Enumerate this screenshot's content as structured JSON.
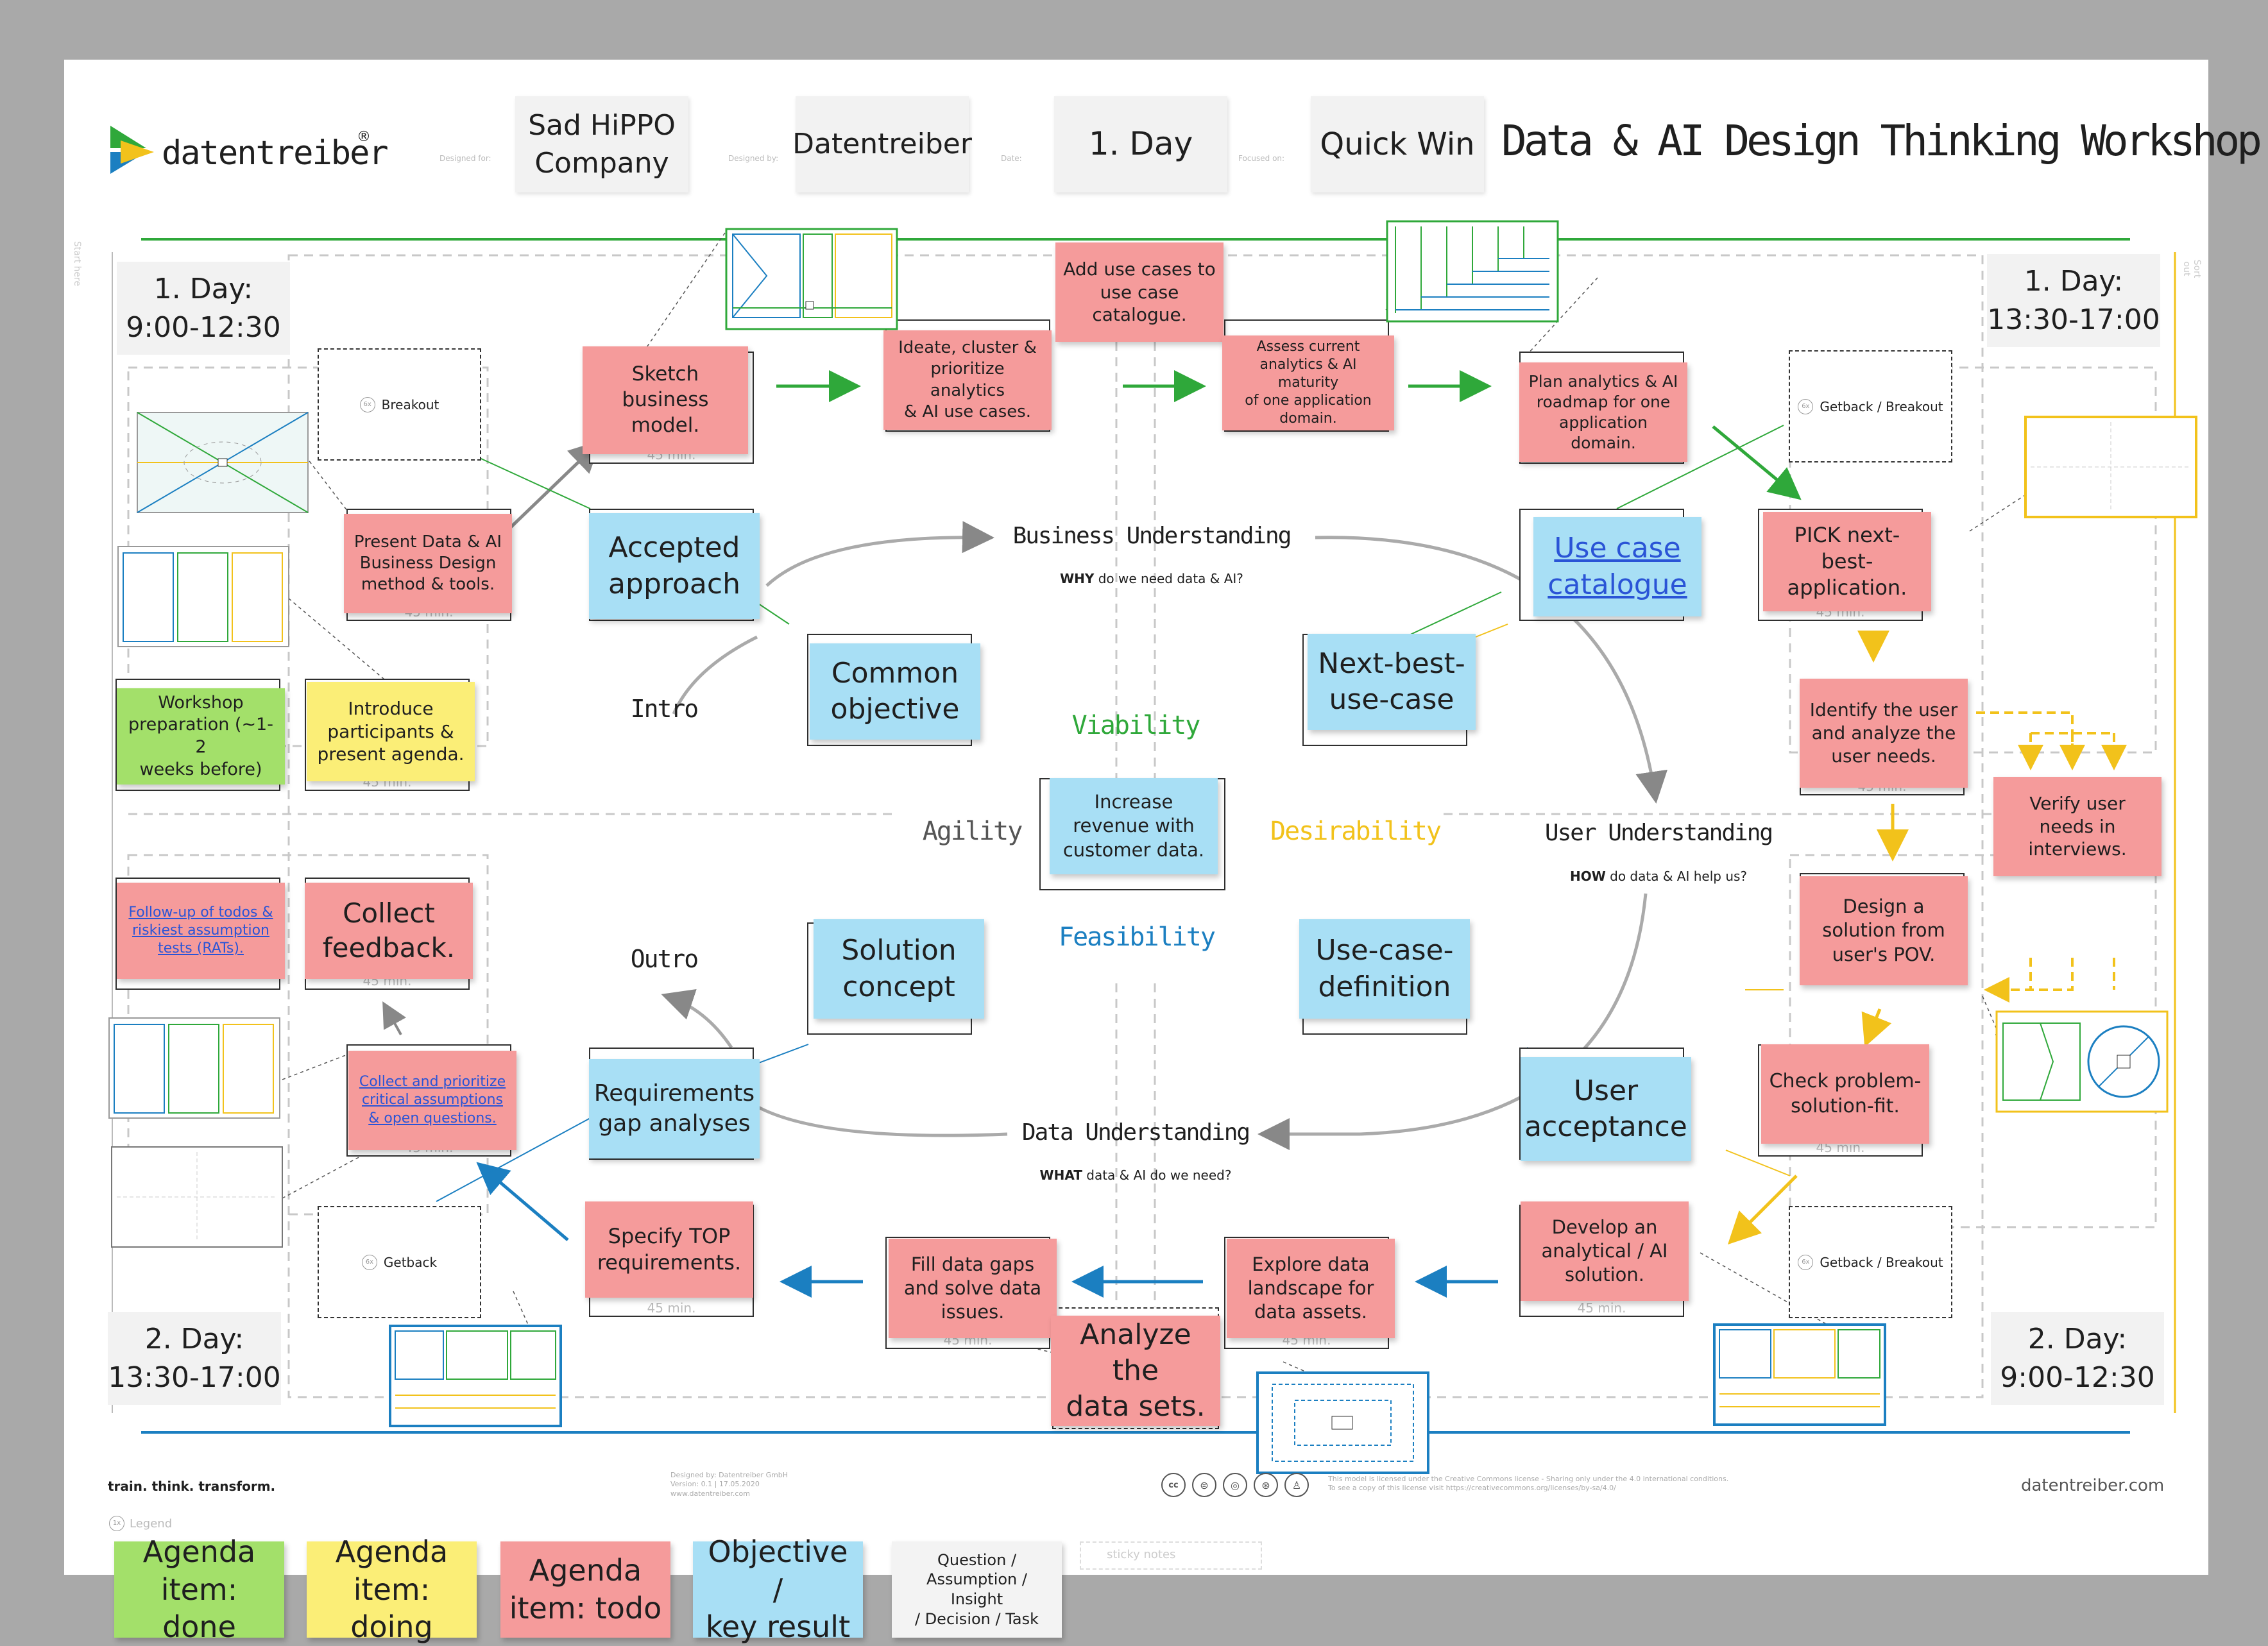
{
  "header": {
    "brand": "datentreiber",
    "brand_mark": "®",
    "designed_for_label": "Designed for:",
    "designed_for": "Sad HiPPO\nCompany",
    "designed_by_label": "Designed by:",
    "designed_by": "Datentreiber",
    "date_label": "Date:",
    "date": "1. Day",
    "focused_on_label": "Focused on:",
    "focused_on": "Quick Win",
    "title": "Data & AI Design Thinking Workshop"
  },
  "time_slots": {
    "top_left": "1. Day:\n9:00-12:30",
    "top_right": "1. Day:\n13:30-17:00",
    "bottom_left": "2. Day:\n13:30-17:00",
    "bottom_right": "2. Day:\n9:00-12:30"
  },
  "side_labels": {
    "left": "Start here",
    "right": "Sort out"
  },
  "sessions": {
    "breakout_tl": "Breakout",
    "getback_breakout_tr": "Getback / Breakout",
    "getback_bl": "Getback",
    "getback_breakout_br": "Getback / Breakout"
  },
  "duration": "45 min.",
  "stickies": {
    "sketch_business_model": "Sketch business\nmodel.",
    "ideate": "Ideate, cluster &\nprioritize analytics\n& AI use cases.",
    "add_use_cases": "Add use cases to\nuse case\ncatalogue.",
    "assess": "Assess current\nanalytics & AI maturity\nof one application\ndomain.",
    "plan_roadmap": "Plan analytics & AI\nroadmap for one\napplication domain.",
    "present_method": "Present Data & AI\nBusiness Design\nmethod & tools.",
    "accepted_approach": "Accepted\napproach",
    "common_objective": "Common\nobjective",
    "workshop_prep": "Workshop\npreparation (~1-2\nweeks before)",
    "introduce": "Introduce\nparticipants &\npresent agenda.",
    "use_case_catalogue": "Use case\ncatalogue",
    "next_best_use_case": "Next-best-\nuse-case",
    "pick_next_best": "PICK next-best-\napplication.",
    "identify_user": "Identify the user\nand analyze the\nuser needs.",
    "verify_user": "Verify user\nneeds in\ninterviews.",
    "design_solution": "Design a\nsolution from\nuser's POV.",
    "check_problem": "Check problem-\nsolution-fit.",
    "increase_revenue": "Increase\nrevenue with\ncustomer data.",
    "followup": "Follow-up of todos &\nriskiest assumption\ntests (RATs).",
    "collect_feedback": "Collect\nfeedback.",
    "collect_prioritize": "Collect and prioritize\ncritical assumptions\n& open questions.",
    "solution_concept": "Solution\nconcept",
    "requirements_gap": "Requirements\ngap analyses",
    "use_case_definition": "Use-case-\ndefinition",
    "user_acceptance": "User\nacceptance",
    "specify_top": "Specify TOP\nrequirements.",
    "fill_data_gaps": "Fill data gaps\nand solve data\nissues.",
    "explore_data": "Explore data\nlandscape for\ndata assets.",
    "analyze_data": "Analyze the\ndata sets.",
    "develop_ai": "Develop an\nanalytical / AI\nsolution."
  },
  "center": {
    "business_understanding": "Business Understanding",
    "business_q_bold": "WHY",
    "business_q": " do we need data & AI?",
    "user_understanding": "User Understanding",
    "user_q_bold": "HOW",
    "user_q": " do data & AI help us?",
    "data_understanding": "Data Understanding",
    "data_q_bold": "WHAT",
    "data_q": " data & AI do we need?",
    "intro": "Intro",
    "outro": "Outro",
    "agility": "Agility",
    "viability": "Viability",
    "desirability": "Desirability",
    "feasibility": "Feasibility"
  },
  "colors": {
    "green": "#2fa83a",
    "blue": "#1b7fc1",
    "yellow": "#f2c21b",
    "gray": "#9a9a9a",
    "viability": "#2fa83a",
    "desirability": "#f2c21b",
    "feasibility": "#1b7fc1",
    "agility": "#555555"
  },
  "footer": {
    "tagline": "train. think. transform.",
    "designed_by_note": "Designed by: Datentreiber GmbH\nVersion: 0.1 | 17.05.2020\nwww.datentreiber.com",
    "license": "This model is licensed under the Creative Commons license - Sharing only under the 4.0 international conditions.\nTo see a copy of this license visit https://creativecommons.org/licenses/by-sa/4.0/",
    "site": "datentreiber.com",
    "cc_icons": [
      "cc-icon",
      "by-icon",
      "sa-icon",
      "nc-icon",
      "person-icon"
    ]
  },
  "legend": {
    "title": "Legend",
    "items": [
      {
        "label": "Agenda\nitem: done",
        "color": "#a3e06a"
      },
      {
        "label": "Agenda\nitem: doing",
        "color": "#fbee77"
      },
      {
        "label": "Agenda\nitem: todo",
        "color": "#f59b9b"
      },
      {
        "label": "Objective /\nkey result",
        "color": "#a8dff5"
      },
      {
        "label": "Question /\nAssumption / Insight\n/ Decision / Task",
        "color": "#f3f3f3"
      }
    ],
    "sticky_notes_label": "sticky notes"
  }
}
